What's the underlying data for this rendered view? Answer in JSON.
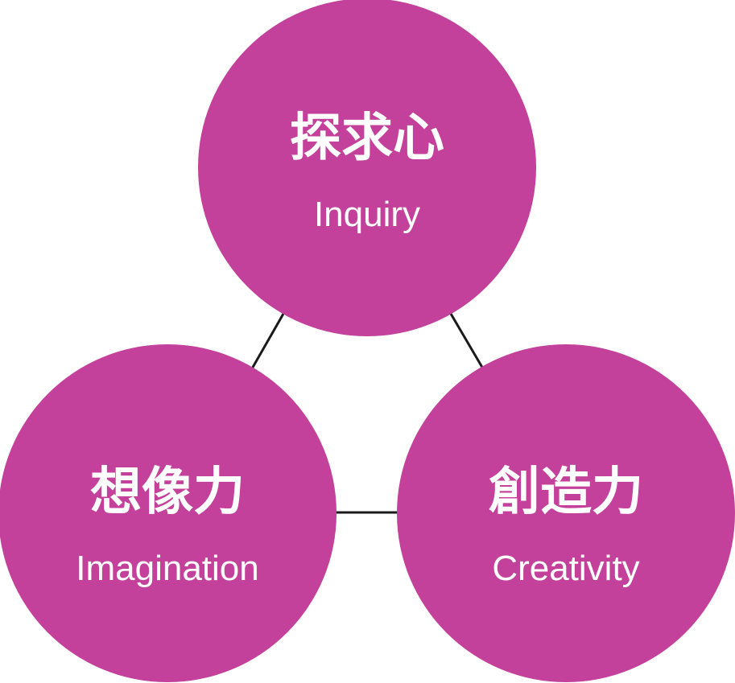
{
  "colors": {
    "circle": "#c4419b",
    "connector": "#1a1a1a",
    "text": "#ffffff",
    "background": "#ffffff"
  },
  "nodes": {
    "inquiry": {
      "jp": "探求心",
      "en": "Inquiry"
    },
    "imagination": {
      "jp": "想像力",
      "en": "Imagination"
    },
    "creativity": {
      "jp": "創造力",
      "en": "Creativity"
    }
  }
}
